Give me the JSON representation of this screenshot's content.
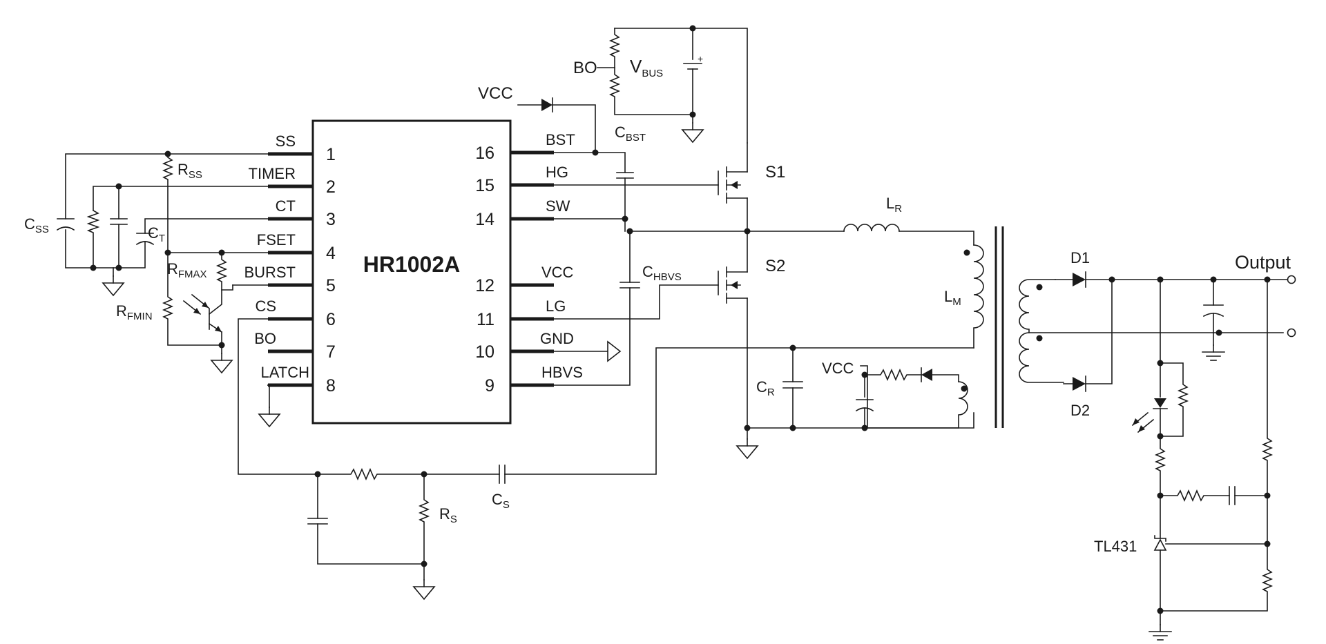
{
  "ic": {
    "name": "HR1002A",
    "left_pins": [
      {
        "num": "1",
        "name": "SS"
      },
      {
        "num": "2",
        "name": "TIMER"
      },
      {
        "num": "3",
        "name": "CT"
      },
      {
        "num": "4",
        "name": "FSET"
      },
      {
        "num": "5",
        "name": "BURST"
      },
      {
        "num": "6",
        "name": "CS"
      },
      {
        "num": "7",
        "name": "BO"
      },
      {
        "num": "8",
        "name": "LATCH"
      }
    ],
    "right_pins": [
      {
        "num": "16",
        "name": "BST"
      },
      {
        "num": "15",
        "name": "HG"
      },
      {
        "num": "14",
        "name": "SW"
      },
      {
        "num": "12",
        "name": "VCC"
      },
      {
        "num": "11",
        "name": "LG"
      },
      {
        "num": "10",
        "name": "GND"
      },
      {
        "num": "9",
        "name": "HBVS"
      }
    ]
  },
  "labels": {
    "css": {
      "main": "C",
      "sub": "SS"
    },
    "rss": {
      "main": "R",
      "sub": "SS"
    },
    "ct": {
      "main": "C",
      "sub": "T"
    },
    "rfmax": {
      "main": "R",
      "sub": "FMAX"
    },
    "rfmin": {
      "main": "R",
      "sub": "FMIN"
    },
    "cbst": {
      "main": "C",
      "sub": "BST"
    },
    "chbvs": {
      "main": "C",
      "sub": "HBVS"
    },
    "vbus": {
      "main": "V",
      "sub": "BUS"
    },
    "lr": {
      "main": "L",
      "sub": "R"
    },
    "lm": {
      "main": "L",
      "sub": "M"
    },
    "cr": {
      "main": "C",
      "sub": "R"
    },
    "rs": {
      "main": "R",
      "sub": "S"
    },
    "cs": {
      "main": "C",
      "sub": "S"
    },
    "bo": "BO",
    "vcc_top": "VCC",
    "vcc_aux": "VCC",
    "s1": "S1",
    "s2": "S2",
    "d1": "D1",
    "d2": "D2",
    "output": "Output",
    "tl431": "TL431"
  }
}
